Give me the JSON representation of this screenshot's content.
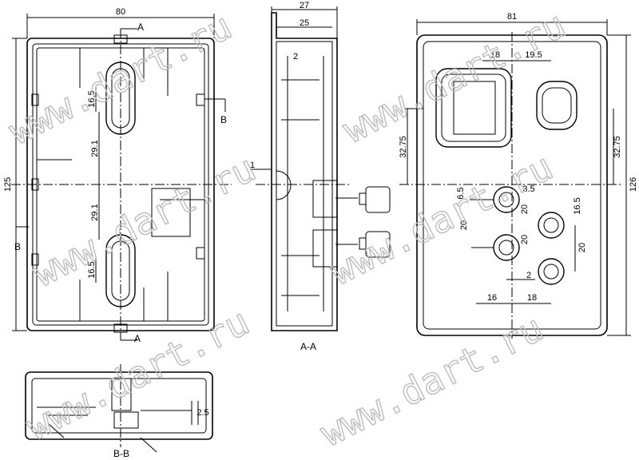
{
  "watermark": "www.dart.ru",
  "front_view": {
    "width_dim": "80",
    "height_dim": "125",
    "dim_upper_left": "16.5",
    "dim_upper_mid": "29.1",
    "dim_lower_mid": "29.1",
    "dim_lower_left": "16.5",
    "section_a_top": "A",
    "section_a_bottom": "A",
    "section_b_right": "B",
    "section_b_left": "B"
  },
  "section_aa": {
    "outer_width": "27",
    "inner_width": "25",
    "wall": "2",
    "step": "1",
    "caption": "A-A"
  },
  "right_view": {
    "width_dim": "81",
    "height_dim": "126",
    "left_half_height": "32.75",
    "right_half_height": "32.75",
    "dim_18_top": "18",
    "dim_19_5": "19.5",
    "dim_6_5": "6.5",
    "dim_3_5": "3.5",
    "dim_20_a": "20",
    "dim_20_b": "20",
    "dim_20_c": "20",
    "dim_16_5": "16.5",
    "dim_20_right": "20",
    "dim_2": "2",
    "dim_16": "16",
    "dim_18_bottom": "18"
  },
  "section_bb": {
    "dim_2_5": "2.5",
    "caption": "B-B"
  }
}
